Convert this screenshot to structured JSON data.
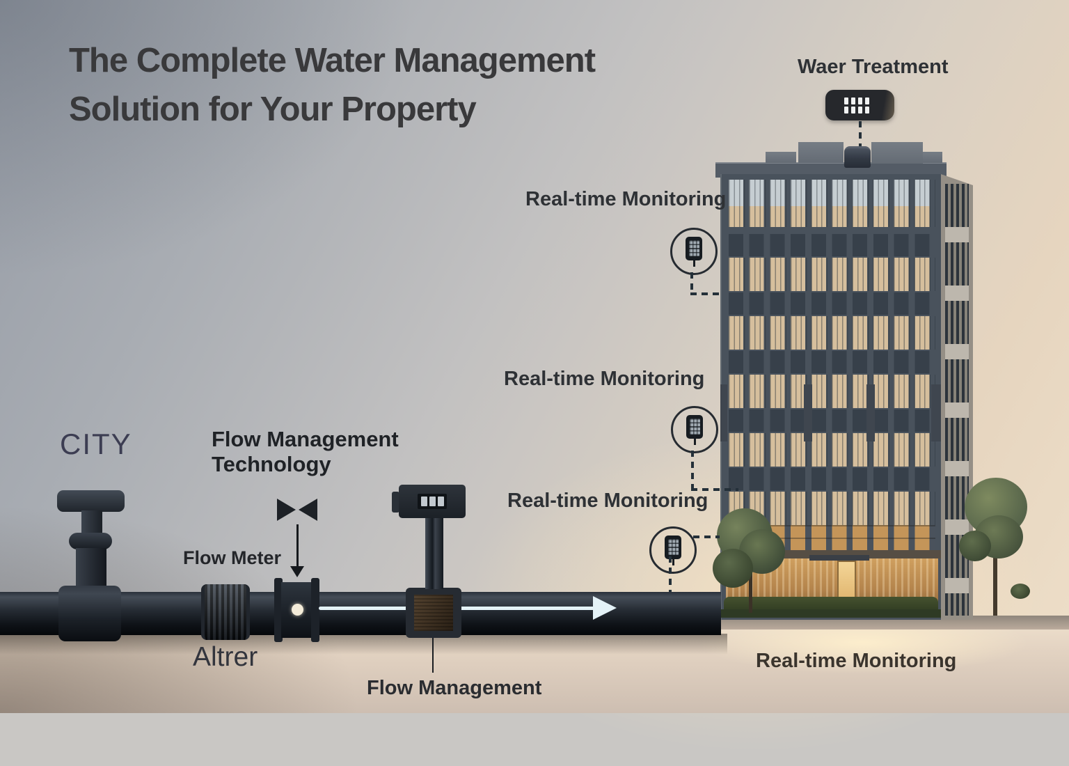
{
  "title": {
    "line1": "The Complete Water Management",
    "line2": "Solution for Your Property"
  },
  "labels": {
    "water_treatment": "Waer Treatment",
    "monitoring_top": "Real-time Monitoring",
    "monitoring_mid": "Real-time Monitoring",
    "monitoring_low": "Real-time Monitoring",
    "monitoring_bottom": "Real-time Monitoring",
    "city": "CITY",
    "flow_tech_line1": "Flow Management",
    "flow_tech_line2": "Technology",
    "flow_meter": "Flow Meter",
    "altrer": "Altrer",
    "flow_management": "Flow Management"
  },
  "colors": {
    "background_top_left": "#969ca6",
    "background_bottom": "#eedfc9",
    "building_facade": "#49525c",
    "window_lit": "#d6bf9d",
    "window_dark": "#37404a",
    "entrance_glow": "#cf9f5f",
    "pipe": "#12171d",
    "flow_arrow": "#e4f2f7",
    "dashed_connector": "#243039",
    "text_dark": "#2e3135",
    "city_text": "#3c3d52",
    "tree_green": "#55644a"
  }
}
